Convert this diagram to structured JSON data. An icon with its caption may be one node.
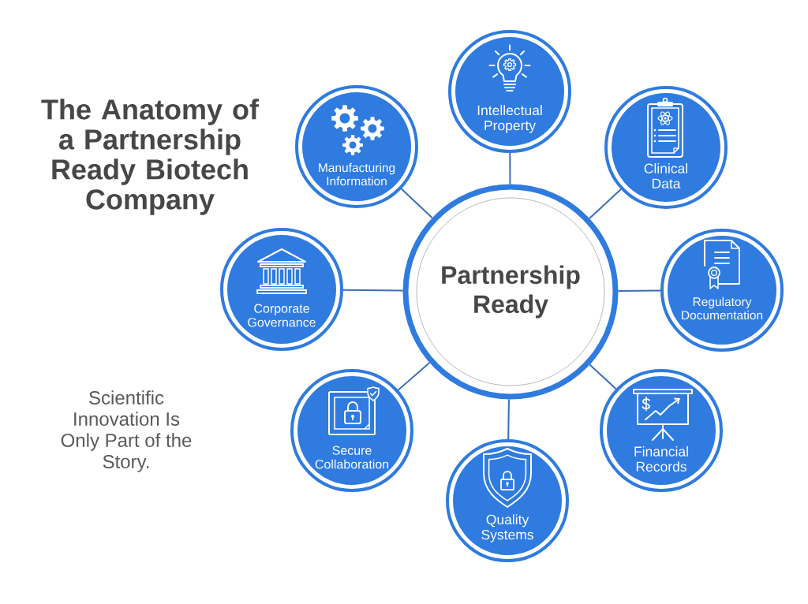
{
  "diagram": {
    "title": "The Anatomy of a Partnership Ready Biotech Company",
    "nodes": [
      {
        "text": [
          "Partnership Ready"
        ]
      },
      {
        "text": [
          "Intellectual Property"
        ]
      },
      {
        "text": [
          "Clinical Data"
        ]
      },
      {
        "text": [
          "Regulatory Documentation"
        ]
      },
      {
        "text": [
          "Financial Records"
        ]
      },
      {
        "text": [
          "Quality Systems"
        ]
      },
      {
        "text": [
          "Secure Collaboration"
        ]
      },
      {
        "text": [
          "Corporate Governance"
        ]
      },
      {
        "text": [
          "Manufacturing Information"
        ]
      }
    ],
    "edges": [
      {
        "from": 0,
        "to": 1,
        "arrow": "none"
      },
      {
        "from": 0,
        "to": 2,
        "arrow": "none"
      },
      {
        "from": 0,
        "to": 3,
        "arrow": "none"
      },
      {
        "from": 0,
        "to": 4,
        "arrow": "none"
      },
      {
        "from": 0,
        "to": 5,
        "arrow": "none"
      },
      {
        "from": 0,
        "to": 6,
        "arrow": "none"
      },
      {
        "from": 0,
        "to": 7,
        "arrow": "none"
      },
      {
        "from": 0,
        "to": 8,
        "arrow": "none"
      }
    ],
    "labels": [
      "Scientific Innovation Is Only Part of the Story."
    ]
  }
}
